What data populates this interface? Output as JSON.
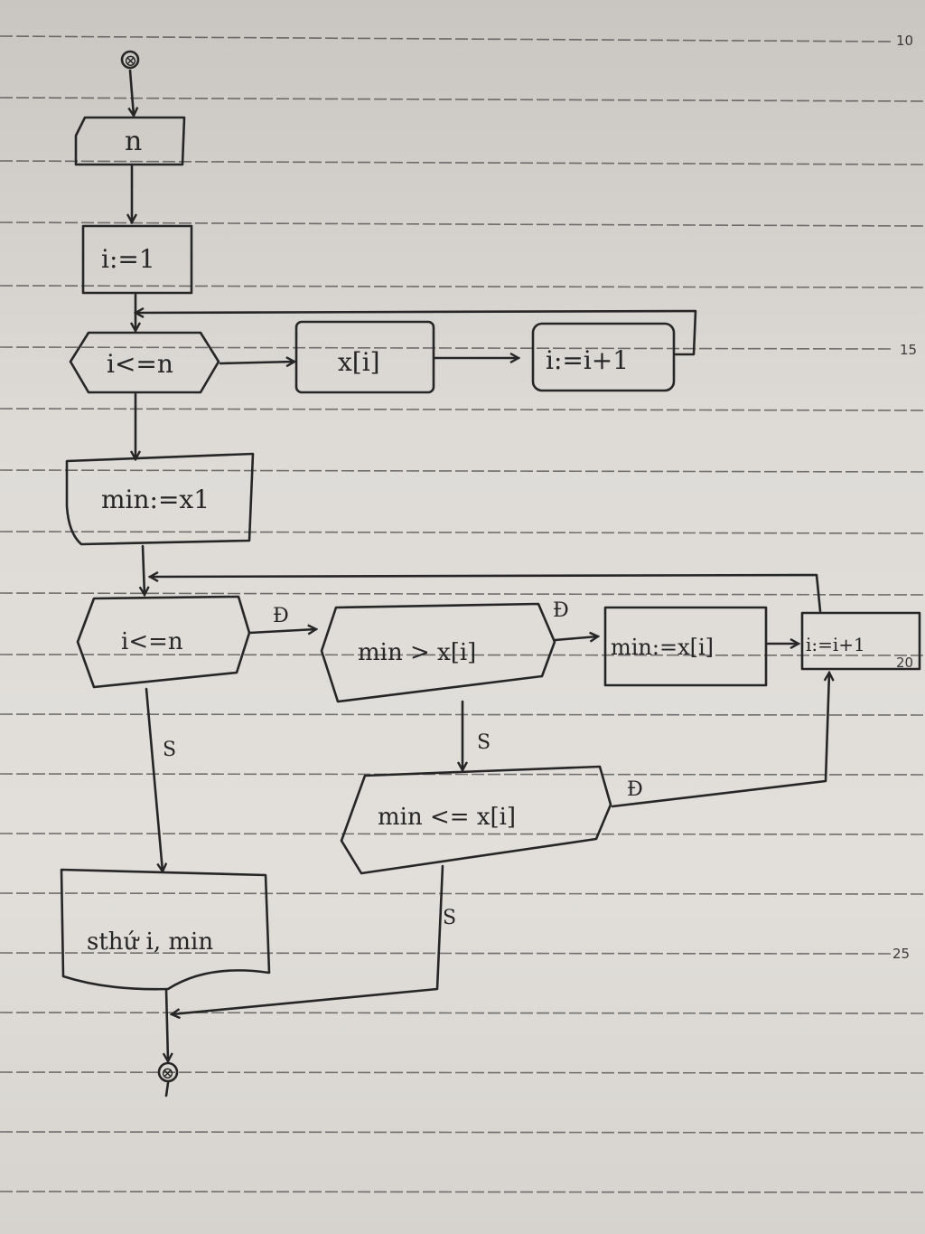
{
  "page": {
    "line_numbers": [
      "10",
      "15",
      "20",
      "25"
    ]
  },
  "flowchart": {
    "start_symbol": "⊗",
    "end_symbol": "⊗",
    "input_n": "n",
    "init_i": "i:=1",
    "cond_loop1": "i<=n",
    "input_x": "x[i]",
    "increment_1": "i:=i+1",
    "init_min": "min:=x1",
    "cond_loop2": "i<=n",
    "cond_greater": "min > x[i]",
    "assign_min": "min:=x[i]",
    "increment_2": "i:=i+1",
    "cond_equal": "min <= x[i]",
    "output": "sthứ i, min",
    "label_true": "Đ",
    "label_false": "S"
  },
  "colors": {
    "ink": "#262626",
    "paper": "#e2dfdb",
    "ruled_line": "#4a4a4a"
  }
}
